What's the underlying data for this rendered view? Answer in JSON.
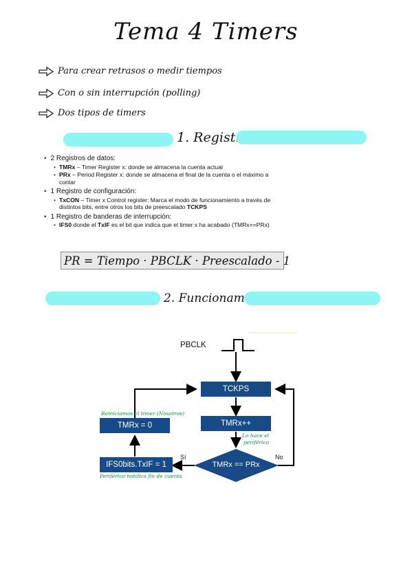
{
  "title": "Tema 4 Timers",
  "intro_bullets": [
    "Para crear retrasos o medir tiempos",
    "Con o sin interrupción (polling)",
    "Dos tipos de timers"
  ],
  "section1": {
    "title": "1. Registros",
    "groups": [
      {
        "heading": "2 Registros de datos:",
        "items": [
          {
            "bold": "TMRx",
            "text": " – Timer Register x: donde se almacena la cuenta actual",
            "bold_end": ""
          },
          {
            "bold": "PRx",
            "text": " – Period Register x: donde se almacena el final de la cuenta o el máximo a contar",
            "bold_end": ""
          }
        ]
      },
      {
        "heading": "1 Registro de configuración:",
        "items": [
          {
            "bold": "TxCON",
            "text": " – Timer x Control register: Marca el modo de funcionamiento a través de distintos bits, entre otros los bits de preescalado ",
            "bold_end": "TCKPS"
          }
        ]
      },
      {
        "heading": "1 Registro de banderas de interrupción:",
        "items": [
          {
            "bold": "IFS0",
            "text": " donde el ",
            "bold_mid": "TxIF",
            "text2": " es el bit que indica que el timer x ha acabado (TMRx==PRx)"
          }
        ]
      }
    ],
    "formula": "PR = Tiempo · PBCLK · Preescalado - 1"
  },
  "section2": {
    "title": "2. Funcionamiento",
    "diagram": {
      "clock_label": "PBCLK",
      "tckps": "TCKPS",
      "tmr_inc": "TMRx++",
      "decision": "TMRx == PRx",
      "reset": "TMRx = 0",
      "flag": "IFS0bits.TxIF = 1",
      "yes_label": "Sí",
      "no_label": "No",
      "note_reset": "Reiniciamos el timer (Nosotros)",
      "note_peripheral_1": "Lo hace el",
      "note_peripheral_2": "periférico",
      "note_flag": "Periférico notifica fin de cuenta"
    }
  },
  "colors": {
    "pill": "#8ff5f3",
    "box": "#174a86",
    "note": "#1a8a47"
  }
}
